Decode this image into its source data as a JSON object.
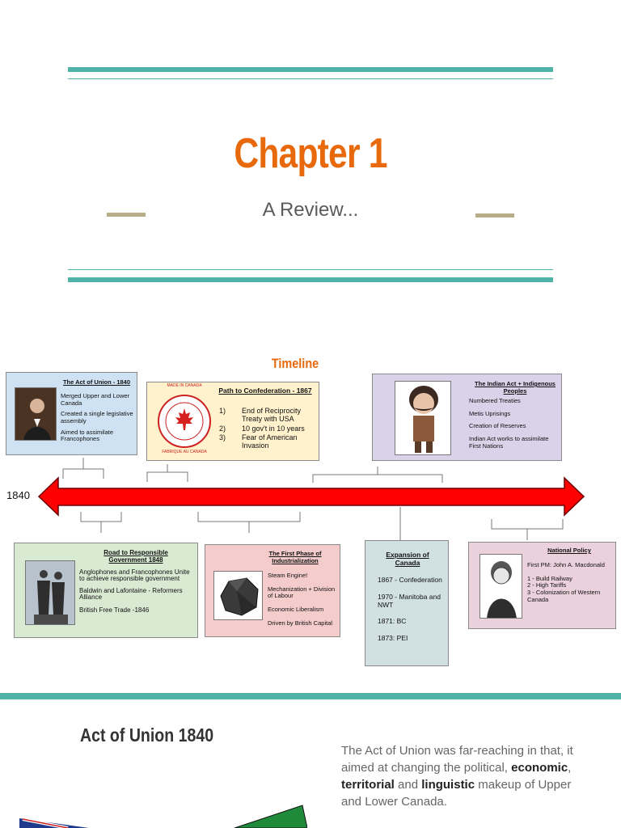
{
  "header": {
    "title": "Chapter 1",
    "subtitle": "A Review..."
  },
  "timeline": {
    "title": "Timeline",
    "start_label": "1840",
    "top_boxes": [
      {
        "title": "The Act of Union - 1840",
        "lines": [
          "Merged Upper and Lower Canada",
          "Created a single legislative assembly",
          "Aimed to assimilate Francophones"
        ]
      },
      {
        "title": "Path to Confederation - 1867",
        "items": [
          {
            "num": "1)",
            "text": "End of Reciprocity Treaty with USA"
          },
          {
            "num": "2)",
            "text": "10 gov't in 10 years"
          },
          {
            "num": "3)",
            "text": "Fear of American Invasion"
          }
        ],
        "stamp_top": "MADE IN CANADA",
        "stamp_bottom": "FABRIQUE AU CANADA"
      },
      {
        "title": "The Indian Act + Indigenous Peoples",
        "lines": [
          "Numbered Treaties",
          "Metis Uprisings",
          "Creation of Reserves",
          "Indian Act works to assimilate First Nations"
        ]
      }
    ],
    "bottom_boxes": [
      {
        "title": "Road to Responsible Government 1848",
        "lines": [
          "Anglophones and Francophones Unite to achieve responsible government",
          "Baldwin and Lafontaine - Reformers Alliance",
          "British Free Trade -1846"
        ]
      },
      {
        "title": "The First Phase of Industrialization",
        "lines": [
          "Steam Engine!",
          "Mechanization + Division of Labour",
          "Economic Liberalism",
          "Driven by British Capital"
        ]
      },
      {
        "title": "Expansion of Canada",
        "lines": [
          "1867 - Confederation",
          "1970 - Manitoba and NWT",
          "1871: BC",
          "1873: PEI"
        ]
      },
      {
        "title": "National Policy",
        "lines": [
          "First PM: John A. Macdonald",
          "1 - Build Railway",
          "2 - High Tariffs",
          "3 - Colonization of Western Canada"
        ]
      }
    ]
  },
  "section": {
    "title": "Act of Union 1840",
    "para_start": "The Act of Union was far-reaching in that, it aimed at changing the political,",
    "bold1": "economic",
    "sep1": ", ",
    "bold2": "territorial",
    "sep2": " and ",
    "bold3": "linguistic",
    "para_end": "makeup of Upper and Lower Canada."
  },
  "colors": {
    "teal": "#4fb3a9",
    "orange": "#e8690b",
    "arrow": "#ff0000",
    "tan": "#b9ac88"
  }
}
